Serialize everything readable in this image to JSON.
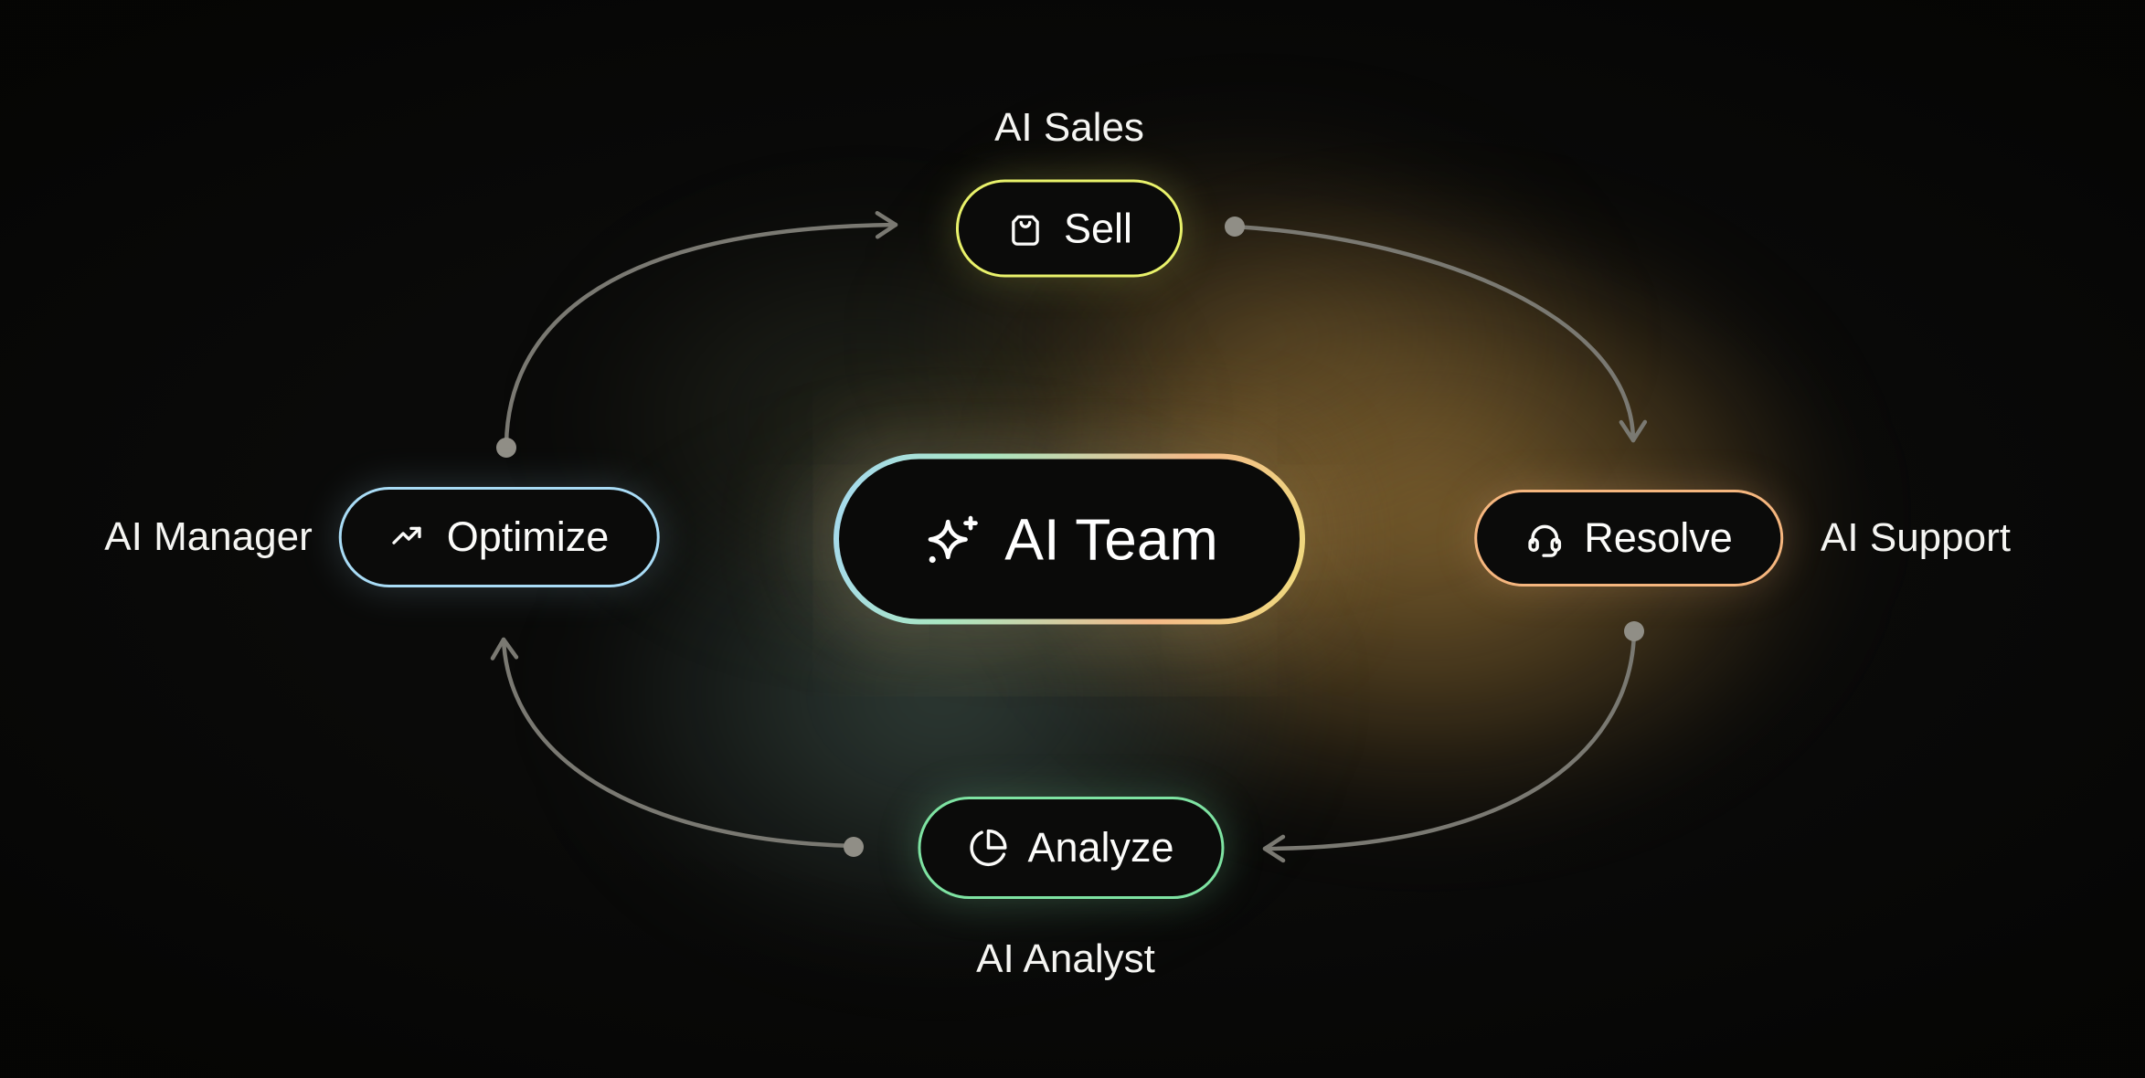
{
  "diagram": {
    "center": {
      "label": "AI Team",
      "icon": "sparkles"
    },
    "nodes": [
      {
        "id": "sell",
        "action_label": "Sell",
        "role_label": "AI Sales",
        "icon": "shopping-bag",
        "border_color": "#e9f26b",
        "position": "top"
      },
      {
        "id": "resolve",
        "action_label": "Resolve",
        "role_label": "AI Support",
        "icon": "headset",
        "border_color": "#f5b67e",
        "position": "right"
      },
      {
        "id": "analyze",
        "action_label": "Analyze",
        "role_label": "AI Analyst",
        "icon": "pie-chart",
        "border_color": "#7ee3a2",
        "position": "bottom"
      },
      {
        "id": "optimize",
        "action_label": "Optimize",
        "role_label": "AI Manager",
        "icon": "trending-up",
        "border_color": "#a9dcf6",
        "position": "left"
      }
    ],
    "flow": [
      "optimize -> sell",
      "sell -> resolve",
      "resolve -> analyze",
      "analyze -> optimize"
    ],
    "colors": {
      "background": "#0a0a09",
      "pill_background": "#0b0b0a",
      "text": "#fafaf8",
      "connector_line": "#7a7972",
      "connector_dot": "#908e86",
      "center_border_gradient": [
        "#a6d9f2",
        "#a9e6c1",
        "#f4b988",
        "#eedc7d"
      ],
      "glow_gold": "#dba64d",
      "glow_teal": "#7da596"
    }
  }
}
